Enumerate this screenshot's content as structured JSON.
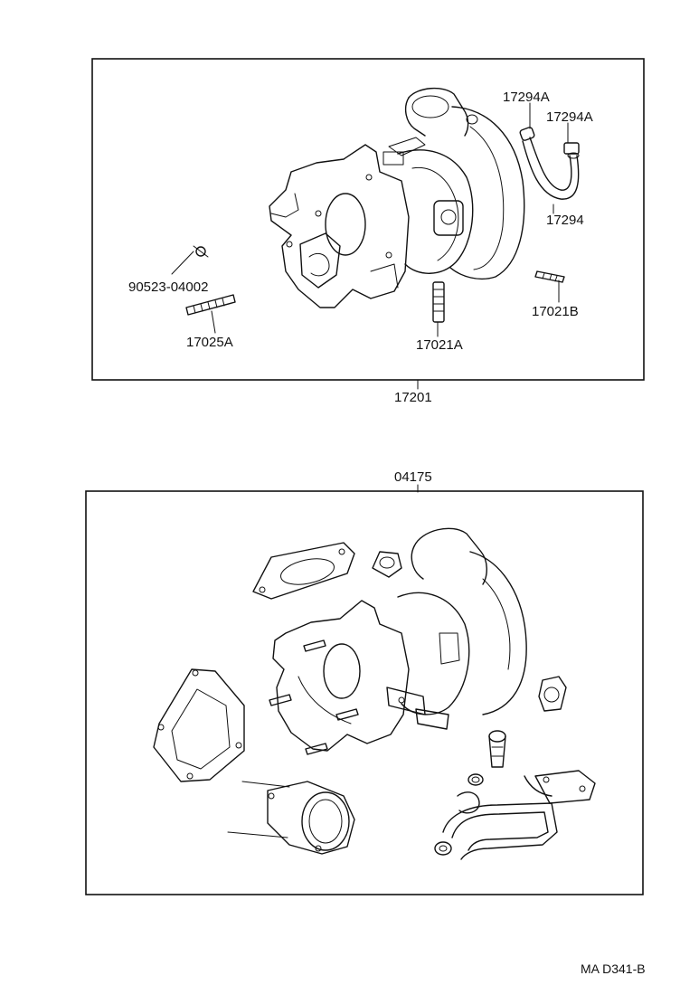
{
  "top_assembly": {
    "part_number": "17201",
    "callouts": {
      "clamp_a_left": "17294A",
      "clamp_a_right": "17294A",
      "hose": "17294",
      "nut": "90523-04002",
      "stud_exhaust": "17025A",
      "stud_center": "17021A",
      "stud_right": "17021B"
    }
  },
  "bottom_assembly": {
    "part_number": "04175"
  },
  "footer": {
    "code": "MA  D341-B"
  }
}
